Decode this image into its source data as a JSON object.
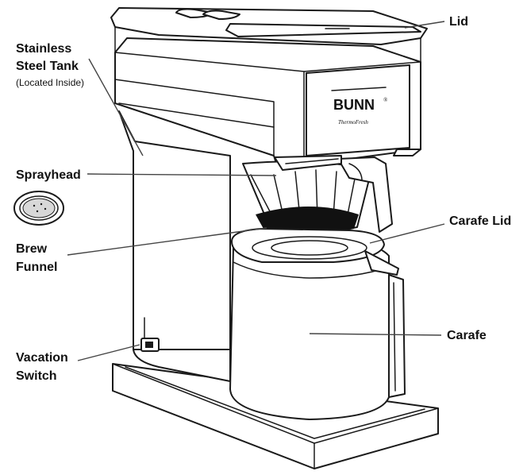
{
  "labels": {
    "lid": "Lid",
    "tank_line1": "Stainless",
    "tank_line2": "Steel Tank",
    "tank_note": "(Located Inside)",
    "sprayhead": "Sprayhead",
    "brew_line1": "Brew",
    "brew_line2": "Funnel",
    "carafe_lid": "Carafe Lid",
    "carafe": "Carafe",
    "vacation_line1": "Vacation",
    "vacation_line2": "Switch"
  },
  "brand": {
    "name": "BUNN",
    "mark": "®",
    "model": "ThermoFresh"
  },
  "icons": {
    "sprayhead_detail": "sprayhead-disc-icon",
    "vacation_switch": "rocker-switch-icon"
  },
  "colors": {
    "outline": "#1a1a1a",
    "fill": "#ffffff",
    "coffee": "#111111",
    "leader": "#444444"
  }
}
